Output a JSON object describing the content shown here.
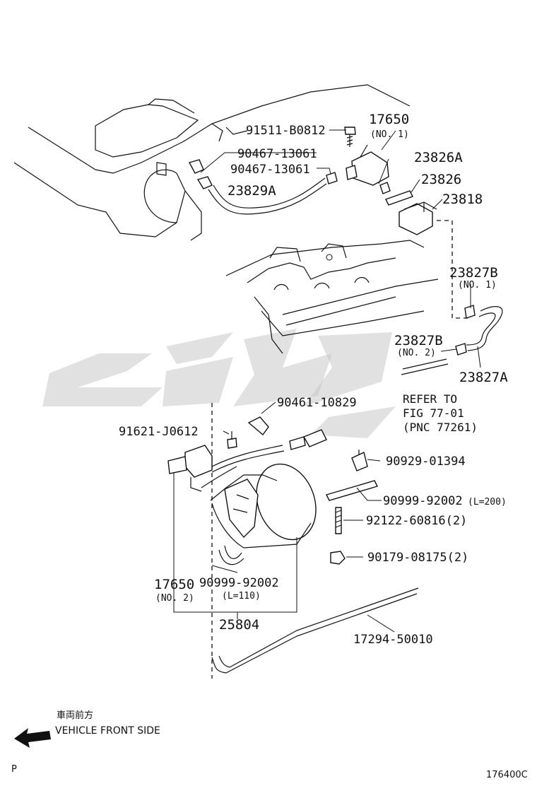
{
  "labels": {
    "p91511": "91511-B0812",
    "p17650a": "17650",
    "p17650a_note": "(NO. 1)",
    "p90467a": "90467-13061",
    "p90467b": "90467-13061",
    "p23826A": "23826A",
    "p23829A": "23829A",
    "p23826": "23826",
    "p23818": "23818",
    "p23827B_1": "23827B",
    "p23827B_1_note": "(NO. 1)",
    "p23827B_2": "23827B",
    "p23827B_2_note": "(NO. 2)",
    "p23827A": "23827A",
    "p90461": "90461-10829",
    "p91621": "91621-J0612",
    "p90929": "90929-01394",
    "p90999a": "90999-92002",
    "p90999a_note": "(L=200)",
    "p92122": "92122-60816(2)",
    "p90179": "90179-08175(2)",
    "p17650b": "17650",
    "p17650b_note": "(NO. 2)",
    "p90999b": "90999-92002",
    "p90999b_note": "(L=110)",
    "p25804": "25804",
    "p17294": "17294-50010"
  },
  "refer": {
    "line1": "REFER TO",
    "line2": "FIG 77-01",
    "line3": "(PNC 77261)"
  },
  "direction": {
    "jp": "車両前方",
    "en": "VEHICLE FRONT SIDE"
  },
  "corner_left": "P",
  "figure_id": "176400C"
}
